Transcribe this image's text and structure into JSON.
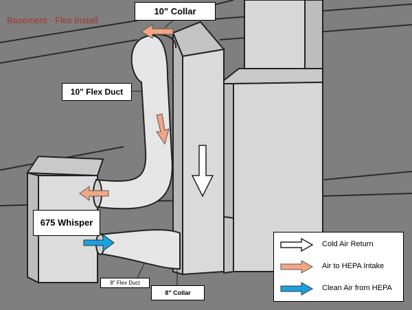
{
  "title": "Basement - Flex Install",
  "labels": {
    "collar_10": "10\" Collar",
    "flex_duct_10": "10\" Flex Duct",
    "unit": "675 Whisper",
    "flex_duct_8": "8\" Flex Duct",
    "collar_8": "8\" Collar"
  },
  "legend": [
    {
      "label": "Cold Air Return",
      "color": "#ffffff"
    },
    {
      "label": "Air to HEPA Intake",
      "color": "#f2a682"
    },
    {
      "label": "Clean Air from HEPA",
      "color": "#1ba1e2"
    }
  ],
  "colors": {
    "background": "#7f7f7f",
    "furnace": "#d7d7d7",
    "duct": "#e6e6e6",
    "orange_arrow": "#f2a682",
    "blue_arrow": "#1ba1e2",
    "title_text": "#a6332f"
  }
}
